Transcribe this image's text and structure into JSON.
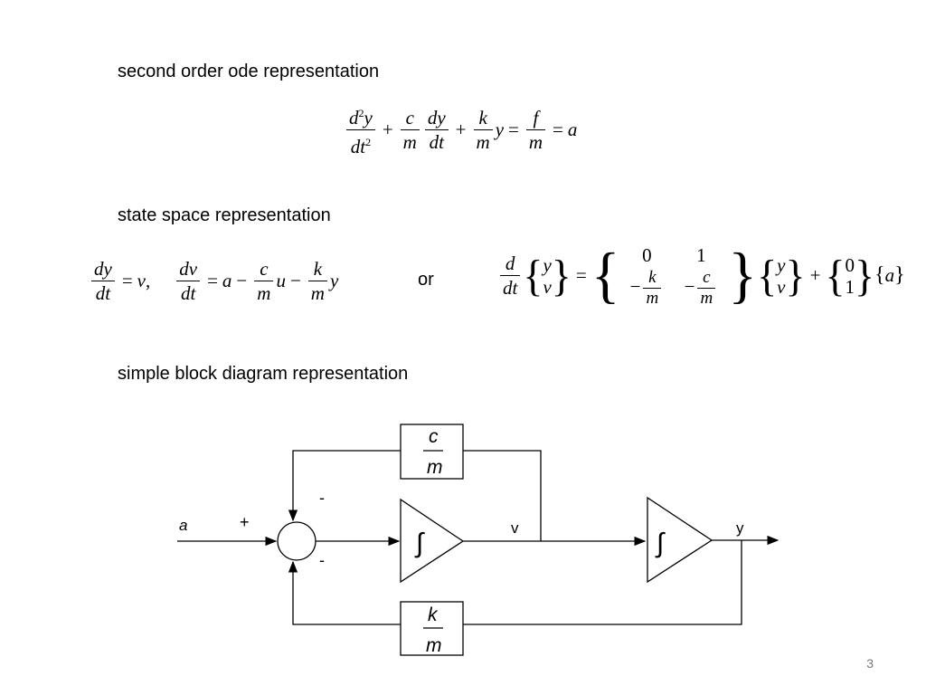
{
  "headings": {
    "ode": "second order ode representation",
    "state_space": "state space representation",
    "block": "simple block diagram representation"
  },
  "or_label": "or",
  "diagram": {
    "input": "a",
    "plus": "+",
    "minus_top": "-",
    "minus_bottom": "-",
    "v_label": "v",
    "y_label": "y",
    "top_gain": {
      "num": "c",
      "den": "m"
    },
    "bottom_gain": {
      "num": "k",
      "den": "m"
    },
    "integral": "∫"
  },
  "page_number": "3"
}
